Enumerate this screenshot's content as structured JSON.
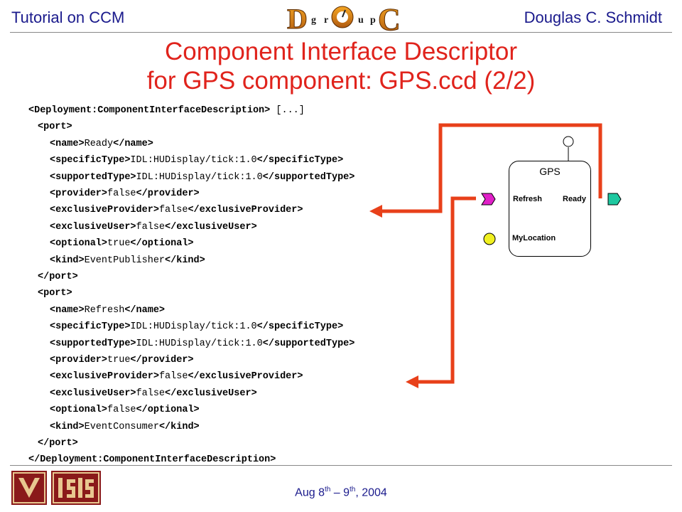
{
  "header": {
    "left": "Tutorial on CCM",
    "right": "Douglas C. Schmidt",
    "logo_letters": [
      "D",
      "g",
      "r",
      "u",
      "p",
      "C"
    ]
  },
  "title": {
    "line1": "Component Interface Descriptor",
    "line2": "for GPS component: GPS.ccd (2/2)"
  },
  "code": {
    "lines": [
      {
        "indent": 0,
        "open": "<Deployment:ComponentInterfaceDescription>",
        "text": " [...]",
        "close": "",
        "bold_close": false
      },
      {
        "indent": 1,
        "open": "<port>",
        "text": "",
        "close": ""
      },
      {
        "indent": 2,
        "open": "<name>",
        "text": "Ready",
        "close": "</name>"
      },
      {
        "indent": 2,
        "open": "<specificType>",
        "text": "IDL:HUDisplay/tick:1.0",
        "close": "</specificType>"
      },
      {
        "indent": 2,
        "open": "<supportedType>",
        "text": "IDL:HUDisplay/tick:1.0",
        "close": "</supportedType>"
      },
      {
        "indent": 2,
        "open": "<provider>",
        "text": "false",
        "close": "</provider>"
      },
      {
        "indent": 2,
        "open": "<exclusiveProvider>",
        "text": "false",
        "close": "</exclusiveProvider>"
      },
      {
        "indent": 2,
        "open": "<exclusiveUser>",
        "text": "false",
        "close": "</exclusiveUser>"
      },
      {
        "indent": 2,
        "open": "<optional>",
        "text": "true",
        "close": "</optional>"
      },
      {
        "indent": 2,
        "open": "<kind>",
        "text": "EventPublisher",
        "close": "</kind>"
      },
      {
        "indent": 1,
        "open": "",
        "text": "",
        "close": "</port>"
      },
      {
        "indent": 1,
        "open": "<port>",
        "text": "",
        "close": ""
      },
      {
        "indent": 2,
        "open": "<name>",
        "text": "Refresh",
        "close": "</name>"
      },
      {
        "indent": 2,
        "open": "<specificType>",
        "text": "IDL:HUDisplay/tick:1.0",
        "close": "</specificType>"
      },
      {
        "indent": 2,
        "open": "<supportedType>",
        "text": "IDL:HUDisplay/tick:1.0",
        "close": "</supportedType>"
      },
      {
        "indent": 2,
        "open": "<provider>",
        "text": "true",
        "close": "</provider>"
      },
      {
        "indent": 2,
        "open": "<exclusiveProvider>",
        "text": "false",
        "close": "</exclusiveProvider>"
      },
      {
        "indent": 2,
        "open": "<exclusiveUser>",
        "text": "false",
        "close": "</exclusiveUser>"
      },
      {
        "indent": 2,
        "open": "<optional>",
        "text": "false",
        "close": "</optional>"
      },
      {
        "indent": 2,
        "open": "<kind>",
        "text": "EventConsumer",
        "close": "</kind>"
      },
      {
        "indent": 1,
        "open": "",
        "text": "",
        "close": "</port>"
      },
      {
        "indent": 0,
        "open": "",
        "text": "",
        "close": "</Deployment:ComponentInterfaceDescription>"
      }
    ]
  },
  "diagram": {
    "component_name": "GPS",
    "ports": {
      "refresh": "Refresh",
      "ready": "Ready",
      "mylocation": "MyLocation"
    },
    "colors": {
      "arrow": "#e8401a",
      "refresh_port": "#e020c8",
      "ready_port": "#1ec8a0",
      "mylocation_port": "#f0f020"
    }
  },
  "footer": {
    "date_prefix": "Aug 8",
    "date_sup1": "th",
    "date_mid": " – 9",
    "date_sup2": "th",
    "date_suffix": ", 2004"
  }
}
